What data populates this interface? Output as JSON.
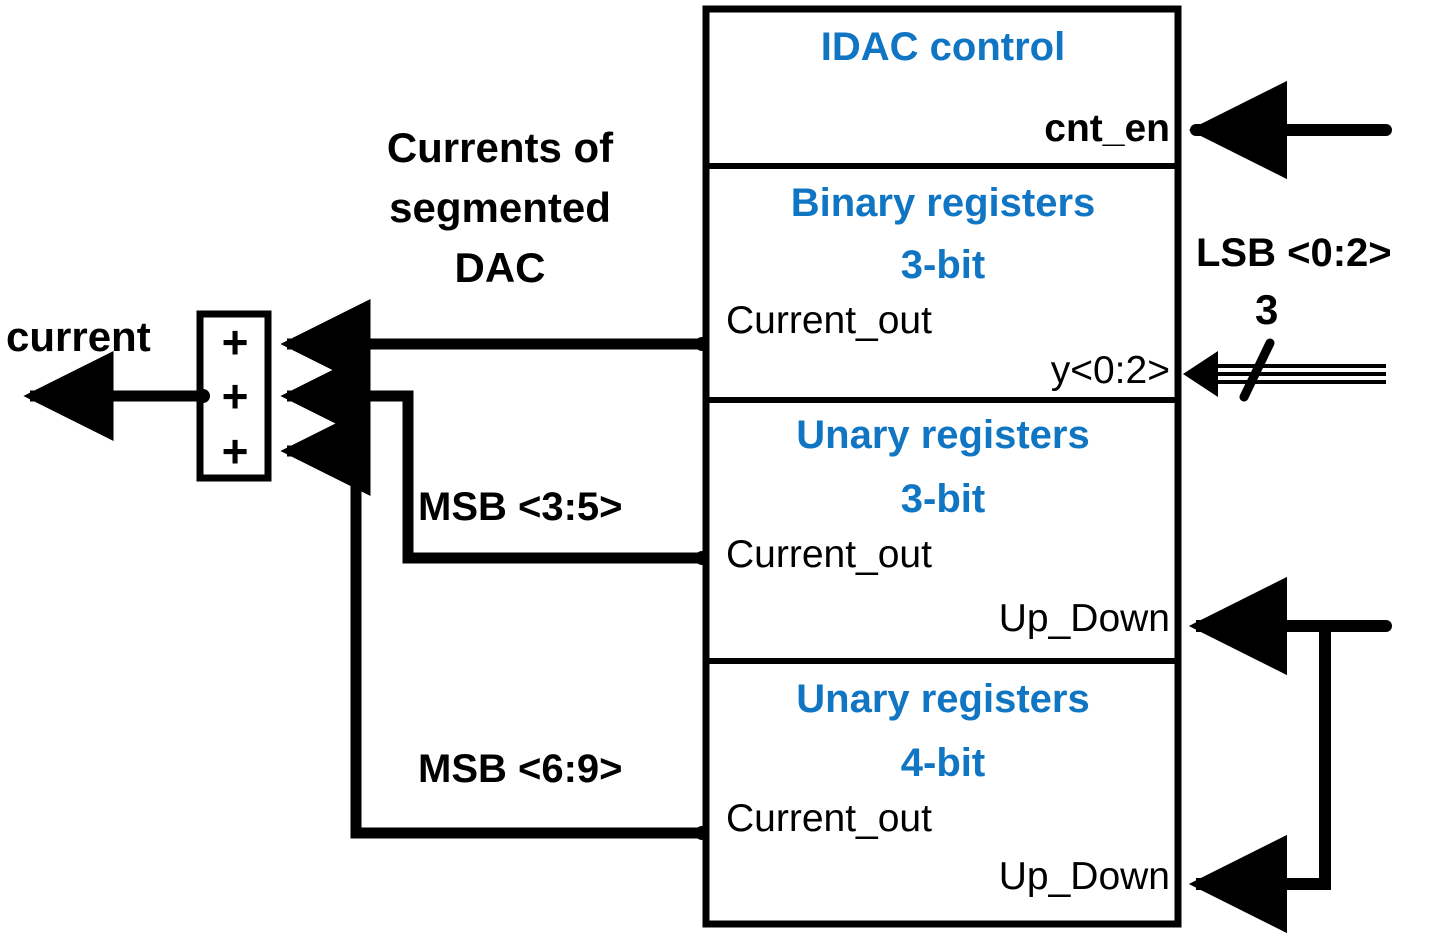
{
  "diagram": {
    "title_text": "Currents of segmented DAC",
    "free_labels": {
      "currents_of_segmented_dac_line1": "Currents of",
      "currents_of_segmented_dac_line2": "segmented",
      "currents_of_segmented_dac_line3": "DAC",
      "current_output": "current",
      "lsb_bus": "LSB <0:2>",
      "bus_width_3": "3",
      "msb_35": "MSB <3:5>",
      "msb_69": "MSB <6:9>"
    },
    "summing_node": {
      "name": "current summing node",
      "operators": [
        "+",
        "+",
        "+"
      ]
    },
    "blocks": [
      {
        "id": "idac-control",
        "heading": "IDAC control",
        "subheading": "",
        "ports": [
          {
            "name": "cnt_en",
            "label": "cnt_en",
            "side": "right",
            "direction": "in"
          }
        ]
      },
      {
        "id": "binary-registers-3bit",
        "heading": "Binary registers",
        "subheading": "3-bit",
        "ports": [
          {
            "name": "current_out",
            "label": "Current_out",
            "side": "left",
            "direction": "out"
          },
          {
            "name": "y",
            "label": "y<0:2>",
            "side": "right",
            "direction": "in"
          }
        ]
      },
      {
        "id": "unary-registers-3bit",
        "heading": "Unary registers",
        "subheading": "3-bit",
        "ports": [
          {
            "name": "current_out",
            "label": "Current_out",
            "side": "left",
            "direction": "out"
          },
          {
            "name": "up_down",
            "label": "Up_Down",
            "side": "right",
            "direction": "in"
          }
        ]
      },
      {
        "id": "unary-registers-4bit",
        "heading": "Unary registers",
        "subheading": "4-bit",
        "ports": [
          {
            "name": "current_out",
            "label": "Current_out",
            "side": "left",
            "direction": "out"
          },
          {
            "name": "up_down",
            "label": "Up_Down",
            "side": "right",
            "direction": "in"
          }
        ]
      }
    ],
    "colors": {
      "heading_blue": "#1075c2",
      "line_black": "#000000",
      "background": "#ffffff"
    }
  }
}
